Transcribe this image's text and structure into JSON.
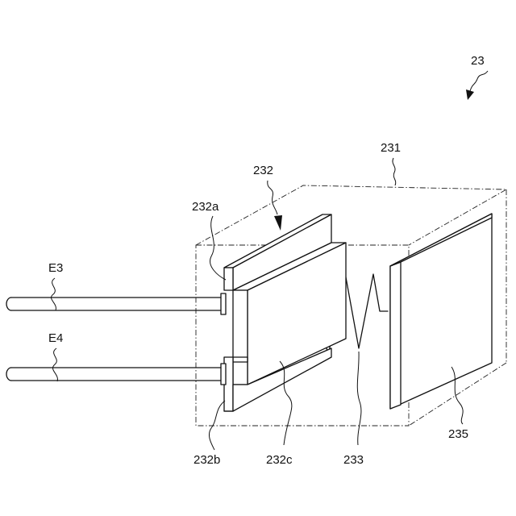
{
  "labels": {
    "assembly": "23",
    "housing": "231",
    "movable_contact": "232",
    "upper_tab": "232a",
    "lower_tab": "232b",
    "contact_plate": "232c",
    "spring": "233",
    "fixed_plate": "235",
    "terminal_upper": "E3",
    "terminal_lower": "E4"
  }
}
